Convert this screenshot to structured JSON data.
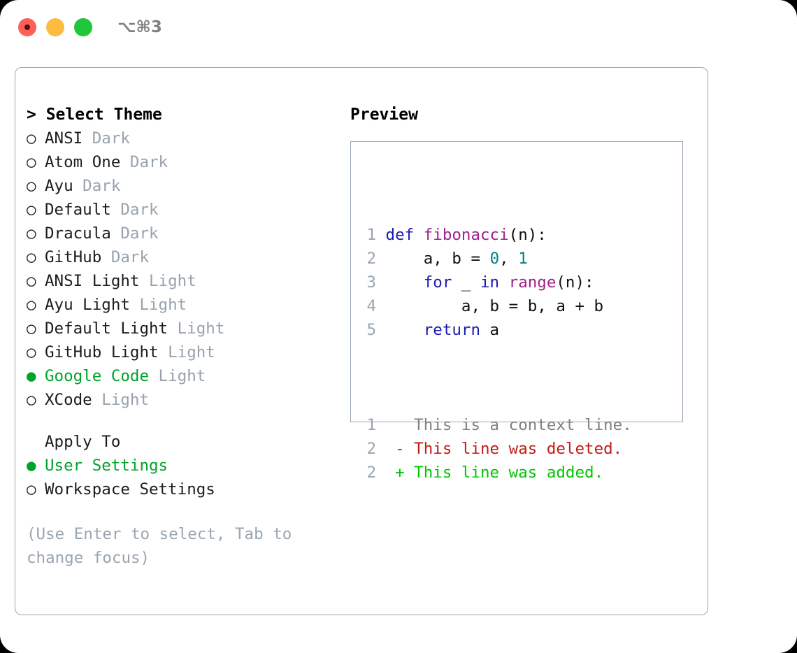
{
  "titlebar": {
    "shortcut": "⌥⌘3",
    "buttons": {
      "close": "close",
      "minimize": "minimize",
      "maximize": "maximize"
    }
  },
  "theme_picker": {
    "header_prompt": "> Select Theme",
    "marker_selected": "●",
    "marker_unselected": "○",
    "accent_selected": "#00a32a",
    "muted_color": "#98a2ad",
    "items": [
      {
        "marker": "○",
        "name": "ANSI",
        "kind": "Dark",
        "selected": false
      },
      {
        "marker": "○",
        "name": "Atom One",
        "kind": "Dark",
        "selected": false
      },
      {
        "marker": "○",
        "name": "Ayu",
        "kind": "Dark",
        "selected": false
      },
      {
        "marker": "○",
        "name": "Default",
        "kind": "Dark",
        "selected": false
      },
      {
        "marker": "○",
        "name": "Dracula",
        "kind": "Dark",
        "selected": false
      },
      {
        "marker": "○",
        "name": "GitHub",
        "kind": "Dark",
        "selected": false
      },
      {
        "marker": "○",
        "name": "ANSI Light",
        "kind": "Light",
        "selected": false
      },
      {
        "marker": "○",
        "name": "Ayu Light",
        "kind": "Light",
        "selected": false
      },
      {
        "marker": "○",
        "name": "Default Light",
        "kind": "Light",
        "selected": false
      },
      {
        "marker": "○",
        "name": "GitHub Light",
        "kind": "Light",
        "selected": false
      },
      {
        "marker": "●",
        "name": "Google Code",
        "kind": "Light",
        "selected": true
      },
      {
        "marker": "○",
        "name": "XCode",
        "kind": "Light",
        "selected": false
      }
    ]
  },
  "apply_to": {
    "title": "Apply To",
    "options": [
      {
        "marker": "●",
        "label": "User Settings",
        "selected": true
      },
      {
        "marker": "○",
        "label": "Workspace Settings",
        "selected": false
      }
    ]
  },
  "hint": "(Use Enter to select, Tab to change focus)",
  "preview": {
    "title": "Preview",
    "code_lines": [
      {
        "number": "1",
        "tokens": [
          {
            "text": "def ",
            "type": "kw"
          },
          {
            "text": "fibonacci",
            "type": "fn"
          },
          {
            "text": "(n):",
            "type": "pl"
          }
        ]
      },
      {
        "number": "2",
        "tokens": [
          {
            "text": "    a, b = ",
            "type": "pl"
          },
          {
            "text": "0",
            "type": "num"
          },
          {
            "text": ", ",
            "type": "pl"
          },
          {
            "text": "1",
            "type": "num"
          }
        ]
      },
      {
        "number": "3",
        "tokens": [
          {
            "text": "    ",
            "type": "pl"
          },
          {
            "text": "for",
            "type": "kw"
          },
          {
            "text": " _ ",
            "type": "pl"
          },
          {
            "text": "in",
            "type": "kw"
          },
          {
            "text": " ",
            "type": "pl"
          },
          {
            "text": "range",
            "type": "fn"
          },
          {
            "text": "(n):",
            "type": "pl"
          }
        ]
      },
      {
        "number": "4",
        "tokens": [
          {
            "text": "        a, b = b, a + b",
            "type": "pl"
          }
        ]
      },
      {
        "number": "5",
        "tokens": [
          {
            "text": "    ",
            "type": "pl"
          },
          {
            "text": "return",
            "type": "kw"
          },
          {
            "text": " a",
            "type": "pl"
          }
        ]
      }
    ],
    "diff_lines": [
      {
        "number": "1",
        "sign": " ",
        "text": " This is a context line.",
        "type": "ctx"
      },
      {
        "number": "2",
        "sign": "-",
        "text": " This line was deleted.",
        "type": "del"
      },
      {
        "number": "2",
        "sign": "+",
        "text": " This line was added.",
        "type": "add"
      }
    ],
    "syntax_colors": {
      "keyword": "#1a1ab4",
      "function": "#a0208c",
      "number": "#008080",
      "plain": "#111111",
      "line_number": "#9aa5b1",
      "diff_context": "#808080",
      "diff_deleted": "#c41a16",
      "diff_added": "#00c400"
    }
  }
}
